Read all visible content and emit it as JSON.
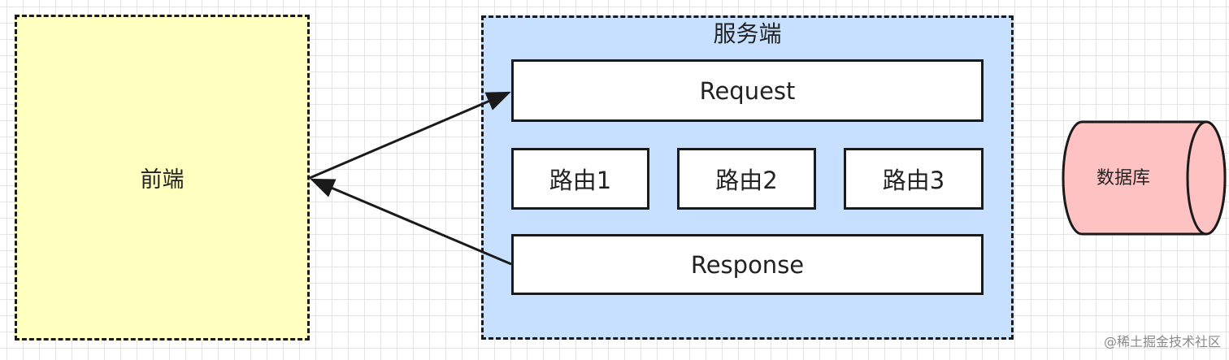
{
  "frontend": {
    "label": "前端"
  },
  "server": {
    "title": "服务端",
    "request_label": "Request",
    "routes": [
      "路由1",
      "路由2",
      "路由3"
    ],
    "response_label": "Response"
  },
  "database": {
    "label": "数据库"
  },
  "watermark": {
    "text": "@稀土掘金技术社区"
  },
  "colors": {
    "frontend_fill": "#ffffc0",
    "server_fill": "#c7e0ff",
    "database_fill": "#ffc2c2",
    "stroke": "#1a1a1a"
  }
}
